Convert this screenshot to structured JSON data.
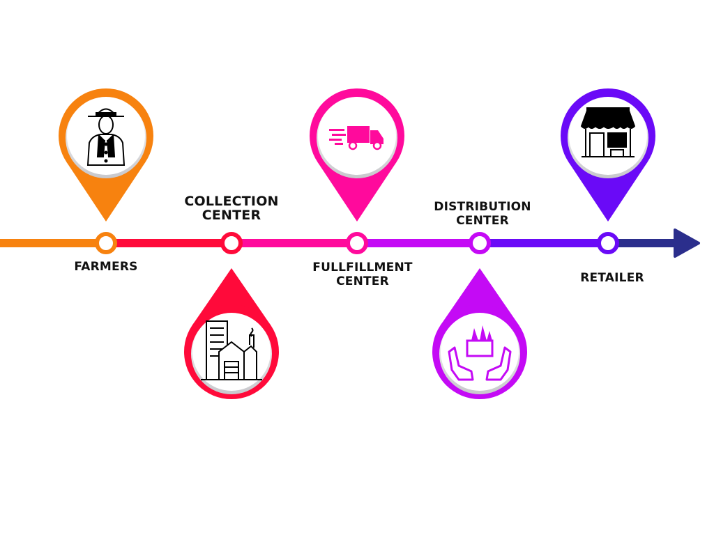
{
  "title": "Supply chain stages",
  "stages": [
    {
      "label_lines": [
        "FARMERS"
      ],
      "icon": "farmer-icon",
      "color": "#F7820F",
      "pin": "up"
    },
    {
      "label_lines": [
        "COLLECTION",
        "CENTER"
      ],
      "icon": "factory-icon",
      "color": "#FF0A3A",
      "pin": "down"
    },
    {
      "label_lines": [
        "FULLFILLMENT",
        "CENTER"
      ],
      "icon": "delivery-truck-icon",
      "color": "#FF0A9C",
      "pin": "up"
    },
    {
      "label_lines": [
        "DISTRIBUTION",
        "CENTER"
      ],
      "icon": "hands-holding-box-icon",
      "color": "#C40AF5",
      "pin": "down"
    },
    {
      "label_lines": [
        "RETAILER"
      ],
      "icon": "storefront-icon",
      "color": "#6A0AF7",
      "pin": "up"
    }
  ],
  "arrow_color": "#2B2E8C"
}
